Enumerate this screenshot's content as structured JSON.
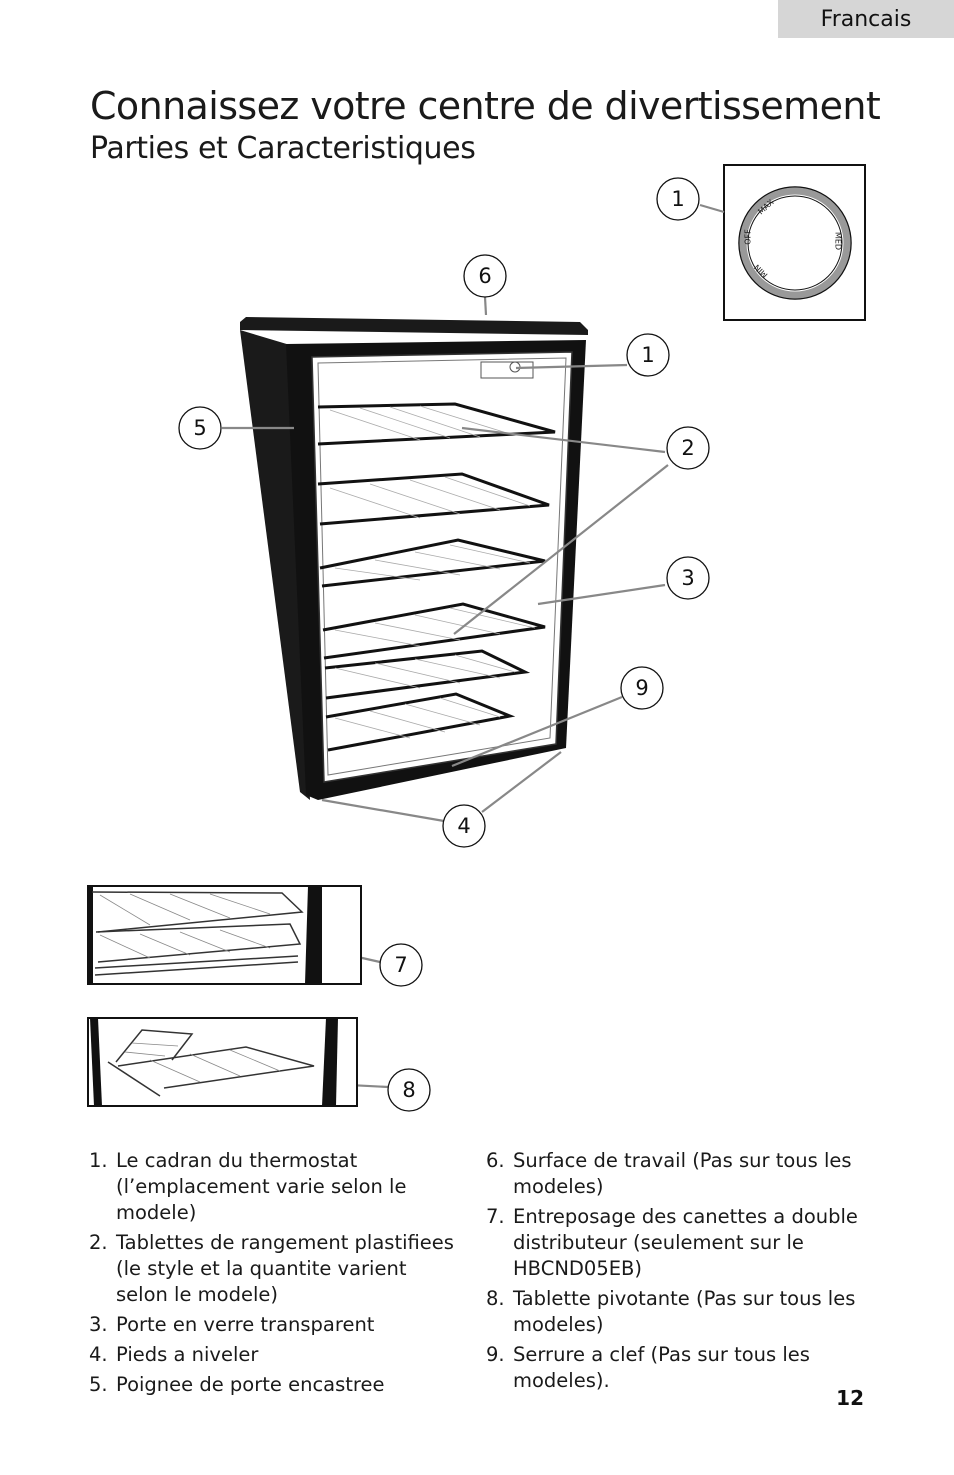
{
  "header": {
    "language_tab": "Francais"
  },
  "page": {
    "title": "Connaissez votre centre de divertissement",
    "subtitle": "Parties et Caracteristiques",
    "page_number": "12"
  },
  "diagram": {
    "callouts": [
      "1",
      "1",
      "2",
      "3",
      "4",
      "5",
      "6",
      "7",
      "8",
      "9"
    ],
    "thermostat_dial": {
      "labels": [
        "MAX",
        "OFF",
        "MED",
        "MIN"
      ]
    }
  },
  "parts_list": {
    "left": [
      {
        "num": "1.",
        "text": "Le cadran du thermostat (l’emplacement varie selon le modele)"
      },
      {
        "num": "2.",
        "text": "Tablettes de rangement plastifiees (le style et la quantite varient selon le modele)"
      },
      {
        "num": "3.",
        "text": "Porte en verre transparent"
      },
      {
        "num": "4.",
        "text": "Pieds a niveler"
      },
      {
        "num": "5.",
        "text": "Poignee de porte encastree"
      }
    ],
    "right": [
      {
        "num": "6.",
        "text": "Surface de travail (Pas sur tous les modeles)"
      },
      {
        "num": "7.",
        "text": "Entreposage des canettes a double distributeur (seulement sur le HBCND05EB)"
      },
      {
        "num": "8.",
        "text": "Tablette pivotante (Pas sur tous les modeles)"
      },
      {
        "num": "9.",
        "text": "Serrure a clef (Pas sur tous les modeles)."
      }
    ]
  }
}
